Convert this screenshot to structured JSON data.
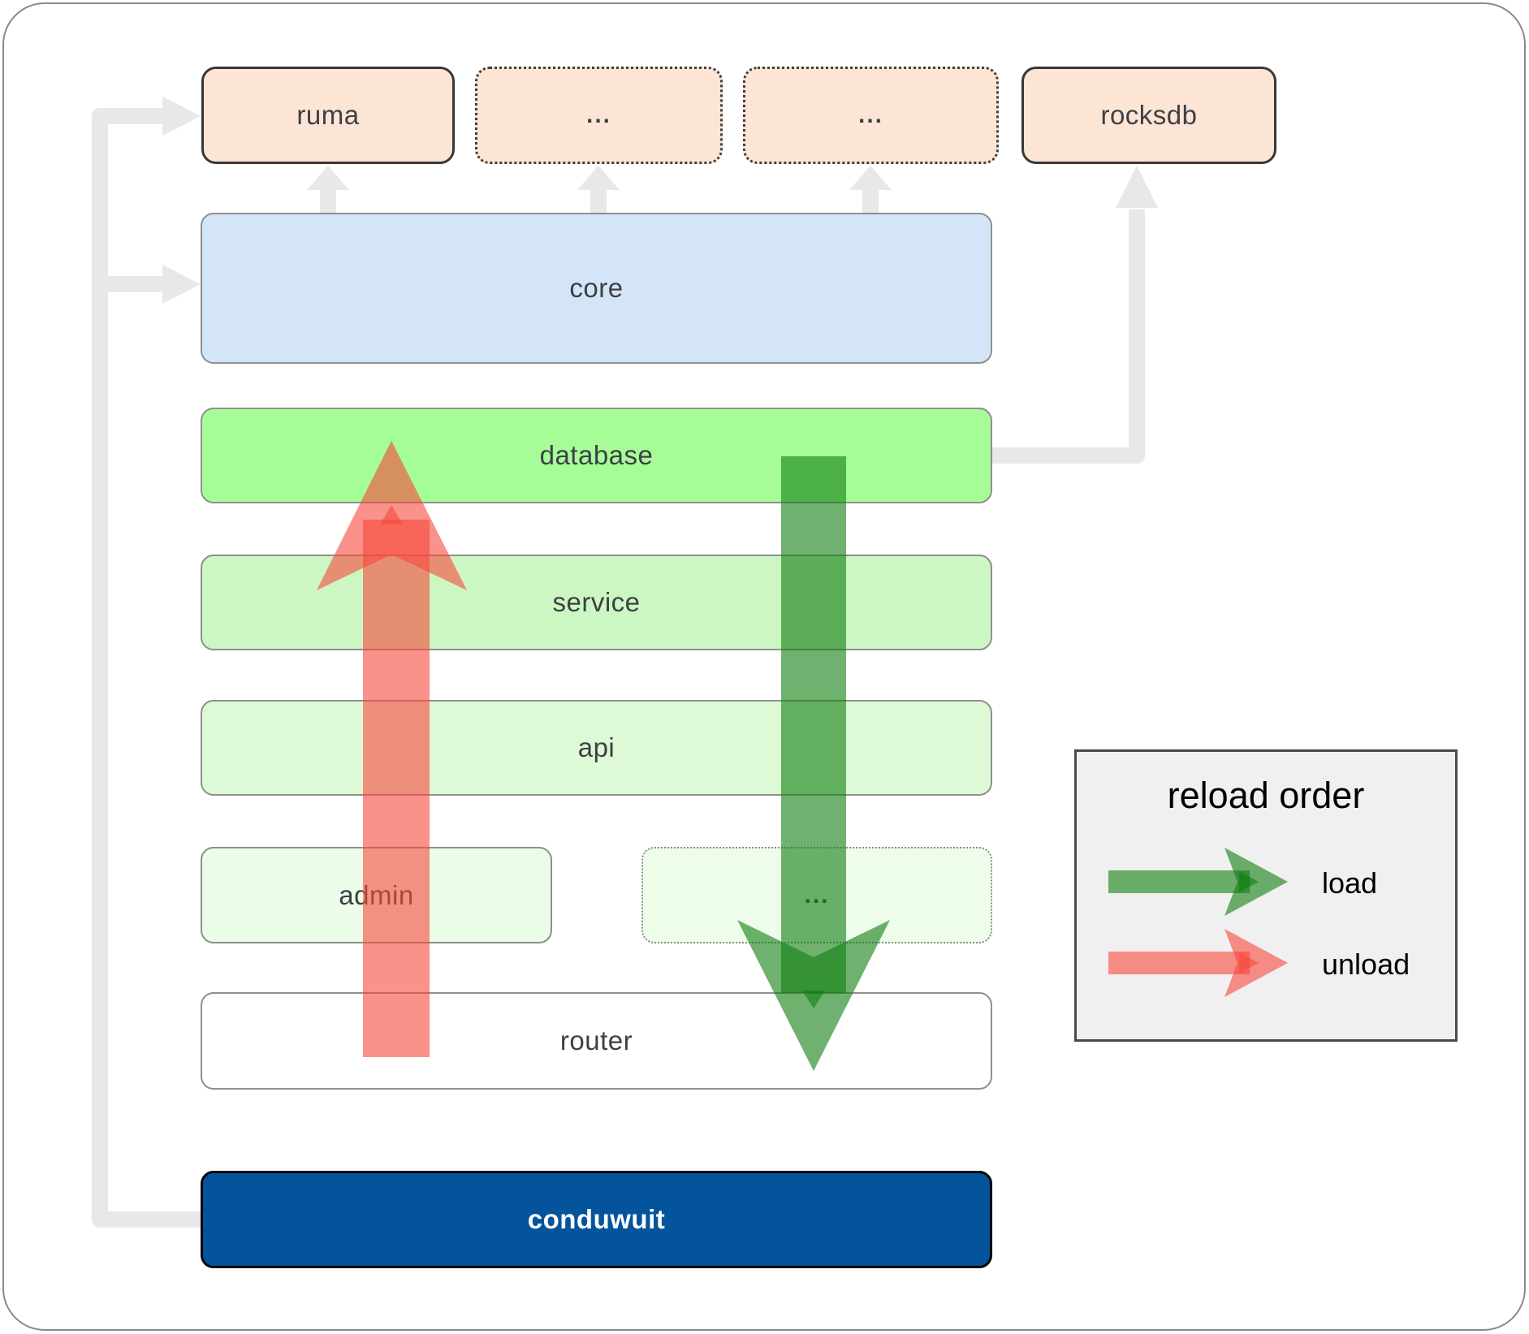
{
  "diagram": {
    "nodes": {
      "ruma": "ruma",
      "dots_top_1": "...",
      "dots_top_2": "...",
      "rocksdb": "rocksdb",
      "core": "core",
      "database": "database",
      "service": "service",
      "api": "api",
      "admin": "admin",
      "dots_admin": "...",
      "router": "router",
      "conduwuit": "conduwuit"
    },
    "legend": {
      "title": "reload order",
      "load_label": "load",
      "unload_label": "unload"
    },
    "colors": {
      "load_arrow_green": "#0f7d0f",
      "unload_arrow_red": "#f7483c",
      "connector_gray": "#e8e8e8",
      "top_row_fill": "#fce5d4",
      "core_fill": "#d4e5f7",
      "database_fill": "#a6fc97",
      "service_fill": "#cdf7c2",
      "api_fill": "#def9d6",
      "admin_fill": "#ebfce8",
      "router_fill": "#ffffff",
      "conduwuit_fill": "#04549c",
      "legend_bg": "#f0f0f0"
    }
  }
}
